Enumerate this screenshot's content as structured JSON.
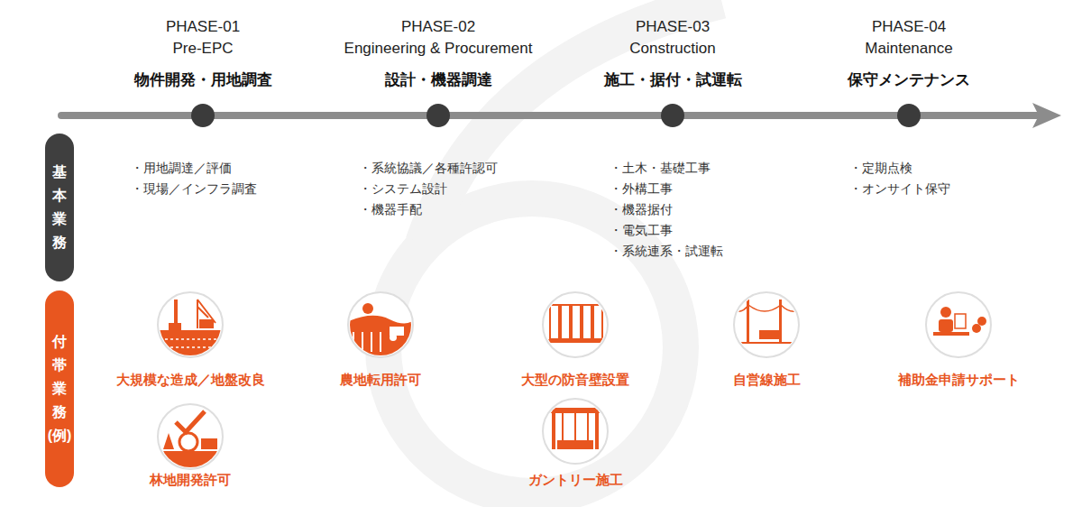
{
  "diagram": {
    "nodes": [
      {
        "text": [
          "基本業務"
        ]
      },
      {
        "text": [
          "付帯業務(例)"
        ]
      },
      {
        "text": [
          "大規模な造成／地盤改良"
        ]
      },
      {
        "text": [
          "農地転用許可"
        ]
      },
      {
        "text": [
          "大型の防音壁設置"
        ]
      },
      {
        "text": [
          "自営線施工"
        ]
      },
      {
        "text": [
          "補助金申請サポート"
        ]
      },
      {
        "text": [
          "林地開発許可"
        ]
      },
      {
        "text": [
          "ガントリー施工"
        ]
      }
    ],
    "labels": [
      "PHASE-01",
      "Pre-EPC",
      "物件開発・用地調査",
      "PHASE-02",
      "Engineering & Procurement",
      "設計・機器調達",
      "PHASE-03",
      "Construction",
      "施工・据付・試運転",
      "PHASE-04",
      "Maintenance",
      "保守メンテナンス",
      "・用地調達／評価",
      "・現場／インフラ調査",
      "・系統協議／各種許認可",
      "・システム設計",
      "・機器手配",
      "・土木・基礎工事",
      "・外構工事",
      "・機器据付",
      "・電気工事",
      "・系統連系・試運転",
      "・定期点検",
      "・オンサイト保守"
    ]
  }
}
